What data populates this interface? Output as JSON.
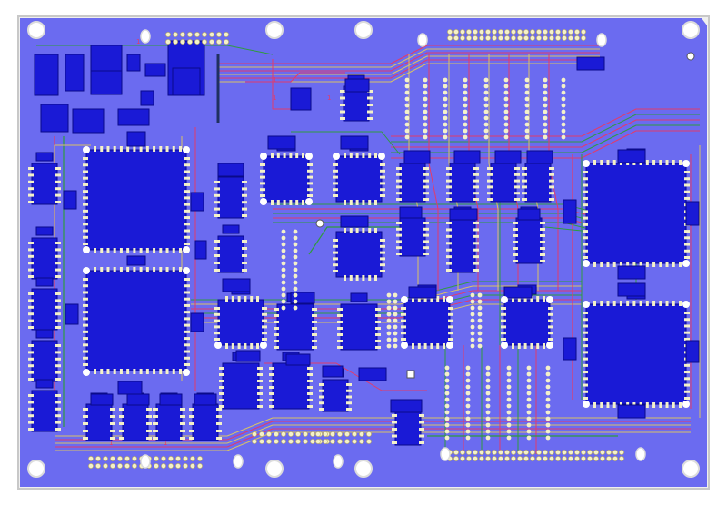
{
  "view": {
    "kind": "pcb-layout-viewer"
  },
  "colors": {
    "background": "#ffffff",
    "board_edge": "#c8c8c8",
    "copper_fill": "#6b6bf0",
    "component": "#1a1ad6",
    "component_outline": "#0a0a8a",
    "pad": "#f4f1c9",
    "trace_red": "#e23b6b",
    "trace_green": "#2f9b3f",
    "trace_yellow": "#d9c266",
    "trace_dark": "#203060"
  },
  "board": {
    "label_marks": [
      "1",
      "1",
      "1",
      "1",
      "1",
      "1"
    ]
  }
}
